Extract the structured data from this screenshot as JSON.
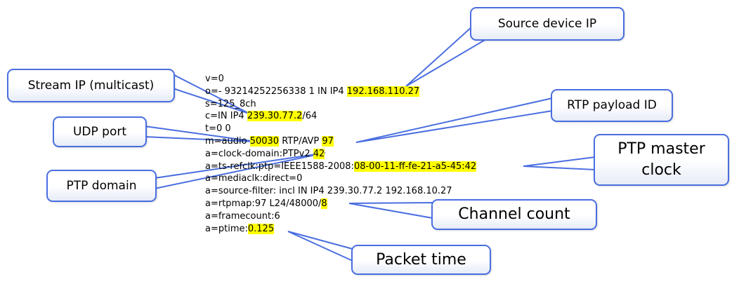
{
  "sdp_lines": [
    {
      "text": "v=0"
    },
    {
      "pre": "o=- 93214252256338 1 IN IP4 ",
      "hl": "192.168.110.27",
      "post": ""
    },
    {
      "text": "s=125_8ch"
    },
    {
      "pre": "c=IN IP4 ",
      "hl": "239.30.77.2",
      "post": "/64"
    },
    {
      "text": "t=0 0"
    },
    {
      "pre": "m=audio ",
      "hl": "50030",
      "post": " RTP/AVP ",
      "hl2": "97"
    },
    {
      "pre": "a=clock-domain:PTPv2 ",
      "hl": "42",
      "post": ""
    },
    {
      "pre": "a=ts-refclk:ptp=IEEE1588-2008:",
      "hl": "08-00-11-ff-fe-21-a5-45:42",
      "post": ""
    },
    {
      "text": "a=mediaclk:direct=0"
    },
    {
      "text": "a=source-filter: incl IN IP4 239.30.77.2 192.168.10.27"
    },
    {
      "pre": "a=rtpmap:97 L24/48000/",
      "hl": "8",
      "post": ""
    },
    {
      "text": "a=framecount:6"
    },
    {
      "pre": "a=ptime:",
      "hl": "0.125",
      "post": ""
    }
  ],
  "callouts": {
    "source_ip": "Source device IP",
    "stream_ip": "Stream IP (multicast)",
    "rtp_payload": "RTP payload ID",
    "udp_port": "UDP port",
    "ptp_master": "PTP master clock",
    "ptp_domain": "PTP domain",
    "channel_count": "Channel count",
    "packet_time": "Packet time"
  },
  "colors": {
    "highlight": "#ffff00",
    "callout_border": "#4a6ee0"
  }
}
